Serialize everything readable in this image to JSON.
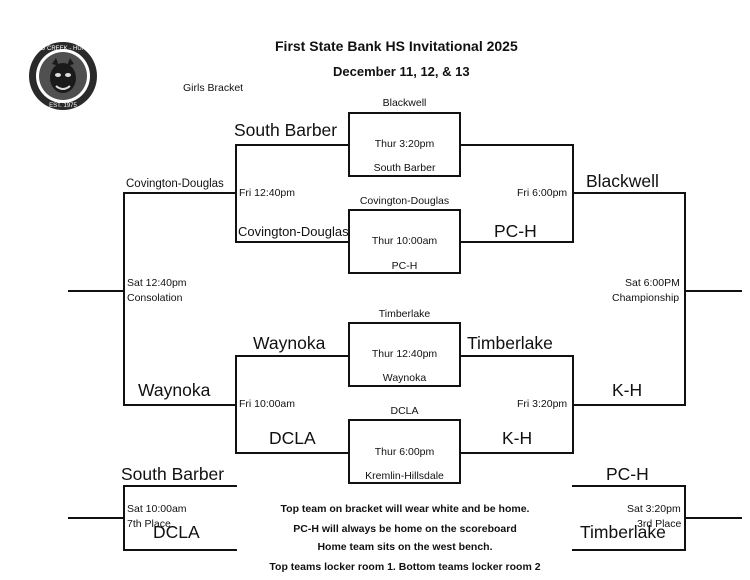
{
  "header": {
    "title": "First State Bank HS Invitational 2025",
    "dates": "December 11, 12, & 13",
    "bracket_label": "Girls Bracket"
  },
  "logo": {
    "top_text": "POND CREEK - HUNTER",
    "bottom_text": "EST. 1975",
    "colors": {
      "ring": "#2a2a2a",
      "inner": "#505050",
      "text": "#ffffff"
    }
  },
  "games": {
    "g1": {
      "top_team": "Blackwell",
      "time": "Thur 3:20pm",
      "bottom_team": "South Barber"
    },
    "g2": {
      "top_team": "Covington-Douglas",
      "time": "Thur 10:00am",
      "bottom_team": "PC-H"
    },
    "g3": {
      "top_team": "Timberlake",
      "time": "Thur 12:40pm",
      "bottom_team": "Waynoka"
    },
    "g4": {
      "top_team": "DCLA",
      "time": "Thur 6:00pm",
      "bottom_team": "Kremlin-Hillsdale"
    }
  },
  "winners": {
    "g1_loser": "South Barber",
    "g2_loser": "Covington-Douglas",
    "g1_winner": "Blackwell",
    "g2_winner": "PC-H",
    "g3_loser": "Waynoka",
    "g4_loser": "DCLA",
    "g3_winner": "Timberlake",
    "g4_winner": "K-H"
  },
  "semis": {
    "fri_left_top": "Fri 12:40pm",
    "fri_left_bottom": "Fri 10:00am",
    "fri_right_top": "Fri 6:00pm",
    "fri_right_bottom": "Fri 3:20pm",
    "consolation_top_team": "Covington-Douglas",
    "consolation_bottom_team": "Waynoka",
    "championship_top_team": "Blackwell",
    "championship_bottom_team": "K-H"
  },
  "finals": {
    "consolation_time": "Sat 12:40pm",
    "consolation_label": "Consolation",
    "championship_time": "Sat 6:00PM",
    "championship_label": "Championship"
  },
  "placement": {
    "seventh_top_team": "South Barber",
    "seventh_bottom_team": "DCLA",
    "seventh_time": "Sat 10:00am",
    "seventh_label": "7th Place",
    "third_top_team": "PC-H",
    "third_bottom_team": "Timberlake",
    "third_time": "Sat 3:20pm",
    "third_label": "3rd Place"
  },
  "notes": [
    "Top team on bracket will wear white and be home.",
    "PC-H will always be home on the scoreboard",
    "Home team sits on the west bench.",
    "Top teams locker room 1.  Bottom teams locker room 2"
  ]
}
